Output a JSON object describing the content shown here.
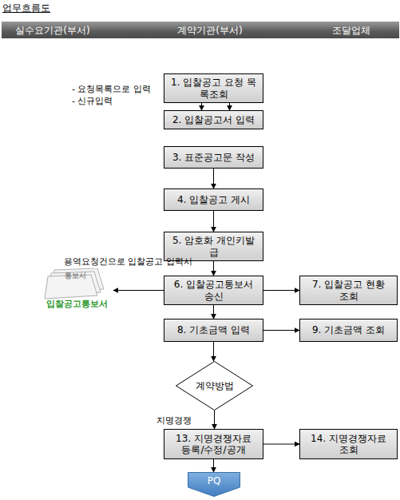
{
  "diagram": {
    "title": "업무흐름도",
    "nodes": [
      {
        "text": [
          "실수요기관(부서)",
          "계약기관(부서)",
          "조달업체"
        ]
      },
      {
        "text": [
          "1. 입찰공고 요청 목록조회"
        ]
      },
      {
        "text": [
          "2. 입찰공고서 입력"
        ]
      },
      {
        "text": [
          "3. 표준공고문 작성"
        ]
      },
      {
        "text": [
          "4. 입찰공고 게시"
        ]
      },
      {
        "text": [
          "5. 암호화 개인키발급"
        ]
      },
      {
        "text": [
          "6. 입찰공고통보서 송신"
        ]
      },
      {
        "text": [
          "통보서",
          "입찰공고통보서"
        ]
      },
      {
        "text": [
          "7. 입찰공고 현황 조회"
        ]
      },
      {
        "text": [
          "8. 기초금액 입력"
        ]
      },
      {
        "text": [
          "9. 기초금액 조회"
        ]
      },
      {
        "text": [
          "계약방법"
        ]
      },
      {
        "text": [
          "13. 지명경쟁자료 등록/수정/공개"
        ]
      },
      {
        "text": [
          "14. 지명경쟁자료 조회"
        ]
      },
      {
        "text": [
          "PQ"
        ]
      }
    ],
    "edges": [
      {
        "from": 1,
        "to": 2,
        "arrow": "to"
      },
      {
        "from": 1,
        "to": 2,
        "arrow": "to"
      },
      {
        "from": 3,
        "to": 4,
        "arrow": "to"
      },
      {
        "from": 4,
        "to": 5,
        "arrow": "to"
      },
      {
        "from": 5,
        "to": 6,
        "arrow": "to"
      },
      {
        "from": 6,
        "to": 7,
        "arrow": "to"
      },
      {
        "from": 6,
        "to": 8,
        "arrow": "to"
      },
      {
        "from": 6,
        "to": 9,
        "arrow": "to"
      },
      {
        "from": 9,
        "to": 10,
        "arrow": "to"
      },
      {
        "from": 9,
        "to": 11,
        "arrow": "to"
      },
      {
        "from": 11,
        "to": 12,
        "arrow": "to"
      },
      {
        "from": 12,
        "to": 13,
        "arrow": "to"
      },
      {
        "from": 12,
        "to": 14,
        "arrow": "to"
      }
    ],
    "labels": [
      "- 요청목록으로 입력",
      "- 신규입력",
      "용역요청건으로 입찰공고 입력시",
      "지명경쟁"
    ]
  }
}
